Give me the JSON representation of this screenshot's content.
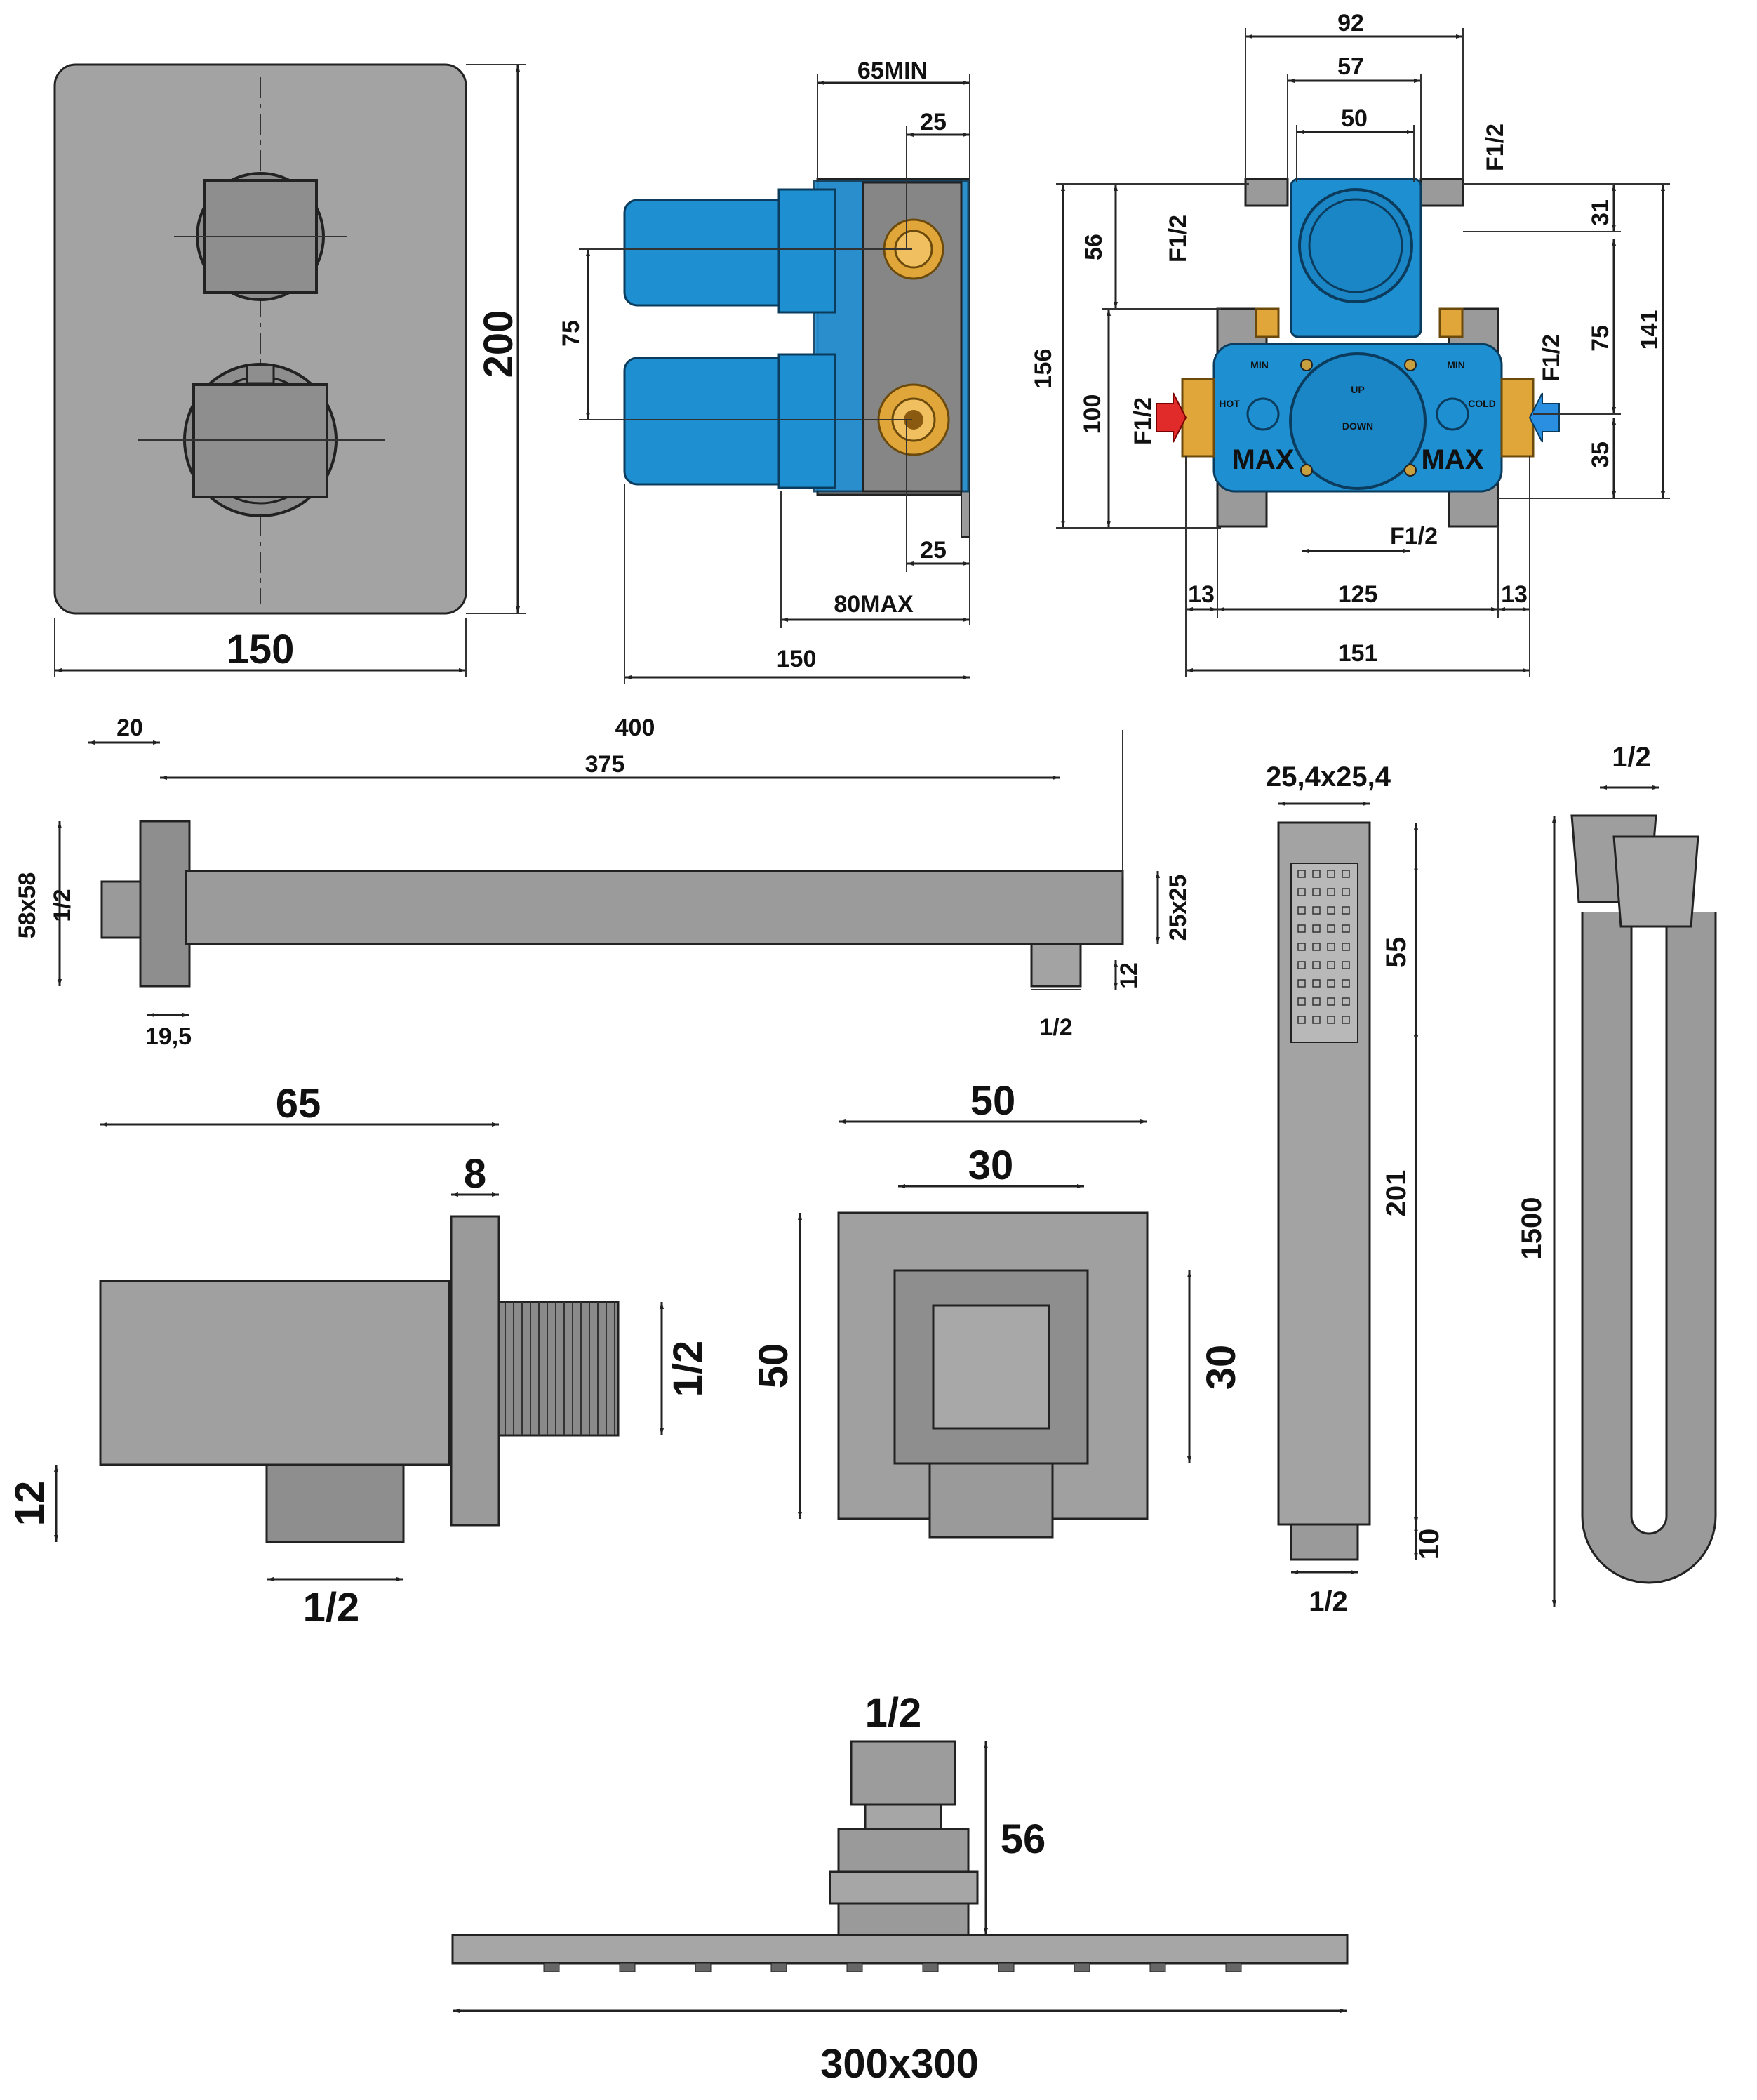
{
  "plate": {
    "width": "150",
    "height": "200"
  },
  "valve_side": {
    "min": "65MIN",
    "top_25": "25",
    "spacing": "75",
    "bottom_25": "25",
    "max": "80MAX",
    "total": "150"
  },
  "valve_front": {
    "w92": "92",
    "w57": "57",
    "w50": "50",
    "f_top_right": "F1/2",
    "f_top_left": "F1/2",
    "f_left": "F1/2",
    "f_right": "F1/2",
    "f_bottom": "F1/2",
    "h56": "56",
    "h156": "156",
    "h100": "100",
    "h31": "31",
    "h75": "75",
    "h141": "141",
    "h35": "35",
    "w13_left": "13",
    "w125": "125",
    "w13_right": "13",
    "w151": "151",
    "min_left": "MIN",
    "min_right": "MIN",
    "max_left": "MAX",
    "max_right": "MAX",
    "hot": "HOT",
    "cold": "COLD",
    "up": "UP",
    "down": "DOWN"
  },
  "arm": {
    "d20": "20",
    "d400": "400",
    "d375": "375",
    "flange": "58x58",
    "thread": "1/2",
    "d195": "19,5",
    "section": "25x25",
    "d12": "12",
    "outlet": "1/2"
  },
  "elbow": {
    "d65": "65",
    "d8": "8",
    "thread": "1/2",
    "d12": "12",
    "outlet": "1/2"
  },
  "elbow_front": {
    "w50": "50",
    "w30": "30",
    "h50": "50",
    "h30": "30"
  },
  "hand_shower": {
    "section": "25,4x25,4",
    "d55": "55",
    "d201": "201",
    "d10": "10",
    "thread": "1/2"
  },
  "hose": {
    "thread": "1/2",
    "length": "1500"
  },
  "head": {
    "thread": "1/2",
    "height": "56",
    "size": "300x300"
  }
}
